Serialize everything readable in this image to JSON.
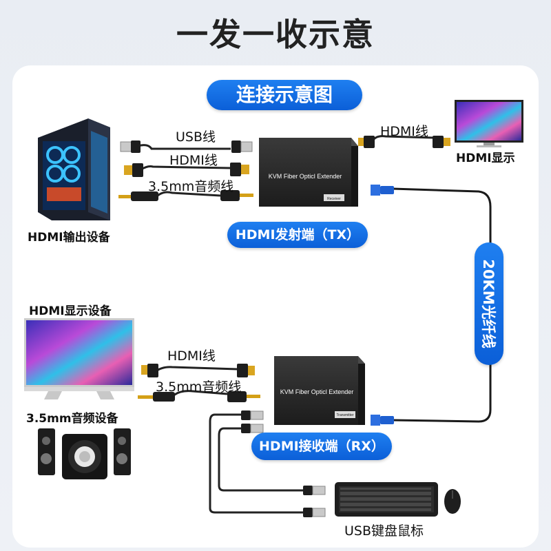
{
  "header": {
    "title": "一发一收示意"
  },
  "diagram": {
    "title": "连接示意图",
    "tx": {
      "label": "HDMI发射端（TX）",
      "device_text": "KVM Fiber Opticl Extender",
      "port_text": "Receiver"
    },
    "rx": {
      "label": "HDMI接收端（RX）",
      "device_text": "KVM Fiber Opticl Extender",
      "port_text": "Transmitter"
    },
    "source": {
      "label": "HDMI输出设备",
      "cables": [
        "USB线",
        "HDMI线",
        "3.5mm音频线"
      ]
    },
    "top_display": {
      "cable": "HDMI线",
      "label": "HDMI显示"
    },
    "fiber": {
      "label": "20KM光纤线"
    },
    "rx_side": {
      "display_label": "HDMI显示设备",
      "cables": [
        "HDMI线",
        "3.5mm音频线"
      ],
      "audio_label": "3.5mm音频设备",
      "usb_label": "USB键盘鼠标"
    }
  },
  "colors": {
    "accent": "#0b6be6",
    "cable": "#222222",
    "device": "#2b2b2b",
    "fiber_connector": "#1e5fd0"
  }
}
